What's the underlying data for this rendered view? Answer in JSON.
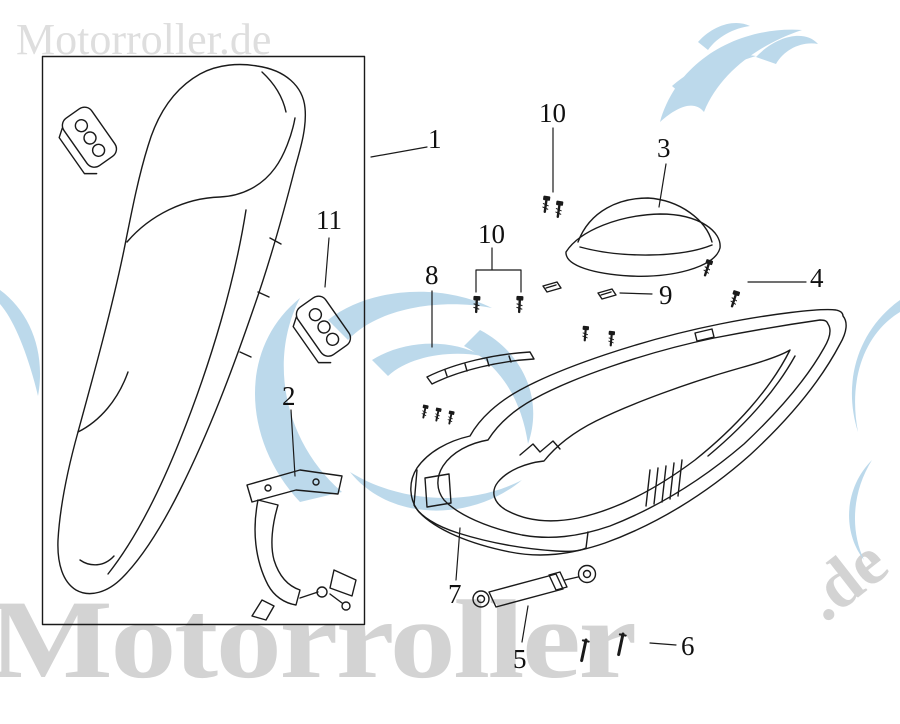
{
  "watermarks": {
    "top_left": "Motorroller.de",
    "bottom": "Motorroller",
    "rotated_suffix": ".de",
    "text_color": "#d3d3d3",
    "logo_color": "#bcd9eb"
  },
  "diagram": {
    "stroke_color": "#1a1a1a",
    "parts": [
      {
        "icon": "seat-icon",
        "callout": "1"
      },
      {
        "icon": "seat-hinge-bracket-icon",
        "callout": "2"
      },
      {
        "icon": "dome-cover-icon",
        "callout": "3"
      },
      {
        "icon": "screw-pair-icon",
        "callout": "4"
      },
      {
        "icon": "shock-absorber-icon",
        "callout": "5"
      },
      {
        "icon": "pin-pair-icon",
        "callout": "6"
      },
      {
        "icon": "storage-box-icon",
        "callout": "7"
      },
      {
        "icon": "rubber-strip-icon",
        "callout": "8"
      },
      {
        "icon": "clip-pair-icon",
        "callout": "9"
      },
      {
        "icon": "screw-set-icon",
        "callout": "10"
      },
      {
        "icon": "damper-block-icon",
        "callout": "11"
      }
    ]
  },
  "callouts": [
    {
      "label": "1"
    },
    {
      "label": "11"
    },
    {
      "label": "2"
    },
    {
      "label": "10"
    },
    {
      "label": "3"
    },
    {
      "label": "10"
    },
    {
      "label": "8"
    },
    {
      "label": "9"
    },
    {
      "label": "4"
    },
    {
      "label": "7"
    },
    {
      "label": "5"
    },
    {
      "label": "6"
    }
  ]
}
